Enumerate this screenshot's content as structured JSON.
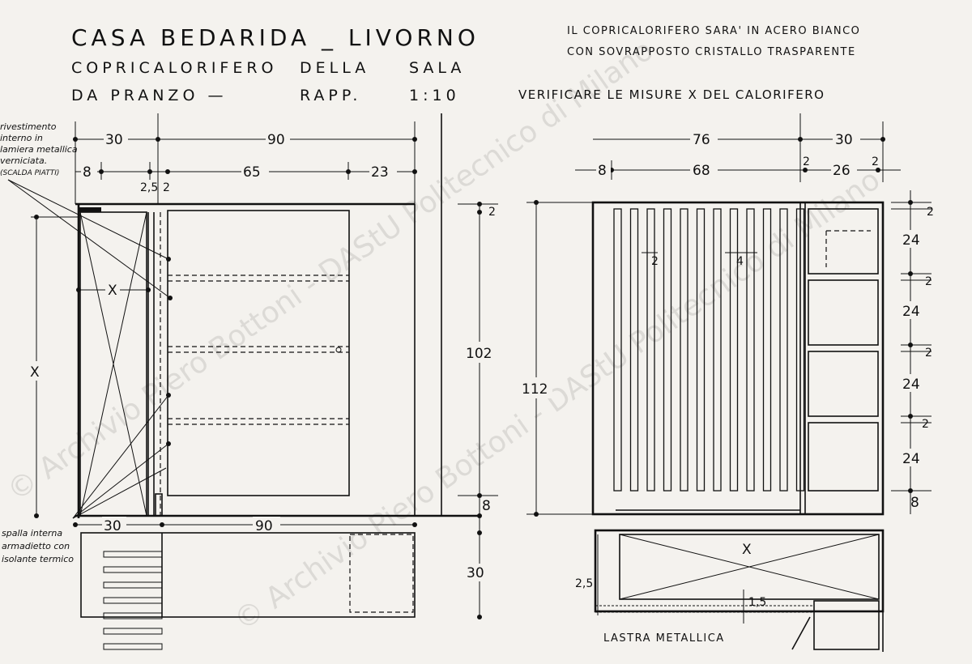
{
  "title": {
    "line1": "CASA BEDARIDA _ LIVORNO",
    "line2a": "COPRICALORIFERO",
    "line2b": "DELLA",
    "line2c": "SALA",
    "line3a": "DA PRANZO —",
    "line3b": "RAPP.",
    "line3c": "1:10"
  },
  "notes": {
    "material1": "IL COPRICALORIFERO SARA' IN ACERO BIANCO",
    "material2": "CON SOVRAPPOSTO CRISTALLO TRASPARENTE",
    "verify": "VERIFICARE LE MISURE X DEL CALORIFERO"
  },
  "labels": {
    "lining": [
      "rivestimento",
      "interno in",
      "lamiera metallica",
      "verniciata.",
      "(SCALDA PIATTI)"
    ],
    "insulation": [
      "spalla interna",
      "armadietto con",
      "isolante termico"
    ],
    "metal_sheet": "LASTRA METALLICA"
  },
  "dimensions": {
    "left_top_30": "30",
    "left_top_90": "90",
    "left_8": "8",
    "left_65": "65",
    "left_23": "23",
    "left_2_5": "2,5",
    "left_2": "2",
    "left_x_h": "X",
    "left_x_v": "X",
    "left_102": "102",
    "left_top_2": "2",
    "left_bottom_8": "8",
    "plan_30": "30",
    "plan_90": "90",
    "plan_depth_30": "30",
    "right_76": "76",
    "right_30": "30",
    "right_8": "8",
    "right_68": "68",
    "right_2a": "2",
    "right_26": "26",
    "right_2b": "2",
    "right_112": "112",
    "slat_2": "2",
    "slat_4": "4",
    "right_col_2a": "2",
    "right_col_24a": "24",
    "right_col_2b": "2",
    "right_col_24b": "24",
    "right_col_2c": "2",
    "right_col_24c": "24",
    "right_col_2d": "2",
    "right_col_24d": "24",
    "right_col_8": "8",
    "plan_right_x": "X",
    "plan_right_2_5": "2,5",
    "plan_right_1_5": "1,5"
  },
  "watermark": "© Archivio Piero Bottoni - DAStU Politecnico di Milano"
}
